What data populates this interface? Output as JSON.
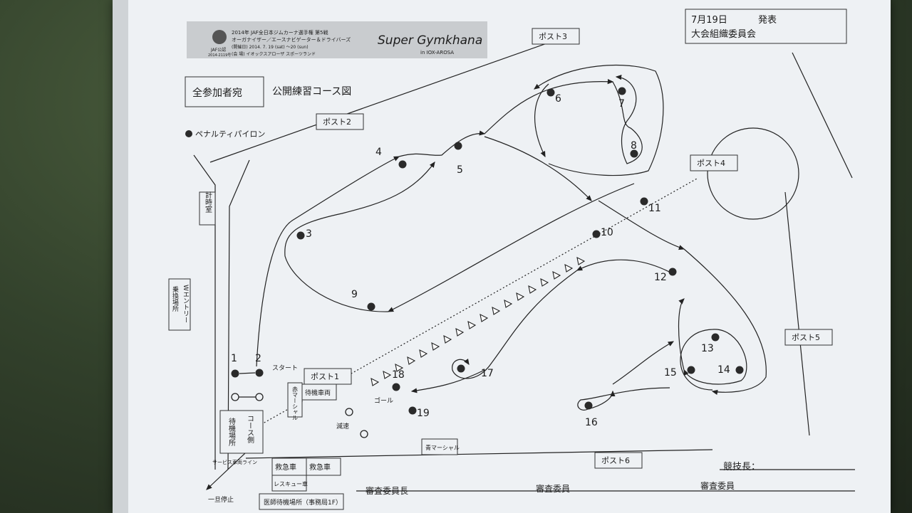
{
  "header": {
    "line1": "2014年 JAF全日本ジムカーナ選手権 第5戦",
    "line2": "オーガナイザー／エースナビゲーター＆ドライバーズ",
    "line3": "(開催日) 2014. 7. 19 (sat) ～20 (sun)",
    "line4": "(会 場) イオックスアローザ スポーツランド",
    "logo_text": "Super Gymkhana",
    "logo_sub": "in IOX-AROSA",
    "emblem_text": "JAF公認",
    "emblem_sub": "2014-2119号"
  },
  "notice": {
    "date": "7月19日",
    "word": "発表",
    "org": "大会組織委員会"
  },
  "title_box": "全参加者宛",
  "title": "公開練習コース図",
  "legend": "ペナルティパイロン",
  "posts": [
    "ポスト1",
    "ポスト2",
    "ポスト3",
    "ポスト4",
    "ポスト5",
    "ポスト6"
  ],
  "labels": {
    "timing": "計時室",
    "w_entry": "Wエントリー",
    "w_entry_sub": "乗換場所",
    "start": "スタート",
    "goal": "ゴール",
    "red_marshal": "赤マーシャル",
    "wait_car": "待機車両",
    "course_side": "コース側",
    "wait_place": "待機場所",
    "slow": "減速",
    "service_line": "サービス車両ライン",
    "stop": "一旦停止",
    "blue_marshal": "青マーシャル",
    "ambulance1": "救急車",
    "ambulance2": "救急車",
    "rescue": "レスキュー車",
    "medical": "医師待機場所（事務局1F）",
    "judge": "競技長：",
    "steward_chief": "審査委員長",
    "steward1": "審査委員",
    "steward2": "審査委員"
  },
  "pylons": [
    "1",
    "2",
    "3",
    "4",
    "5",
    "6",
    "7",
    "8",
    "9",
    "10",
    "11",
    "12",
    "13",
    "14",
    "15",
    "16",
    "17",
    "18",
    "19"
  ]
}
